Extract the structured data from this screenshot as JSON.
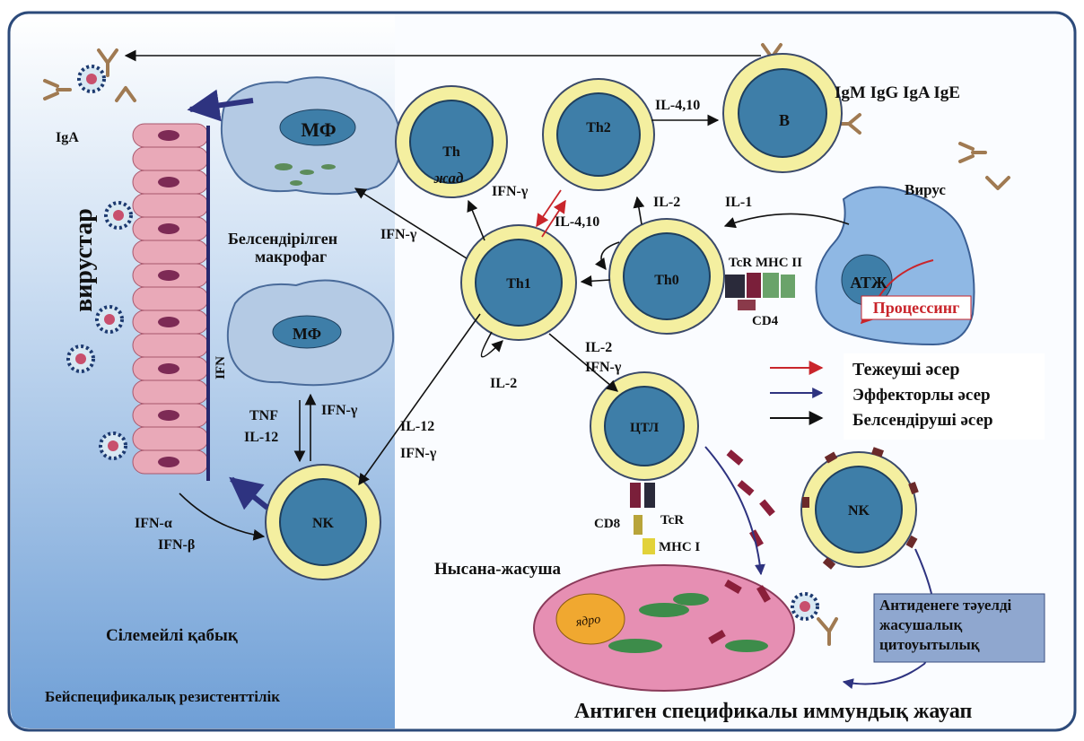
{
  "colors": {
    "frame_border": "#2c4a7a",
    "mucosa_blue": "#8fb8e4",
    "cell_ring": "#f4efa0",
    "cell_nucleus": "#3e7ea8",
    "macrophage": "#b4cae4",
    "epithelium": "#e9a9b8",
    "target_cell": "#e68fb3",
    "inhibitory_arrow": "#c9252b",
    "effector_arrow": "#2e3380",
    "activating_arrow": "#111111"
  },
  "cells": {
    "th_mem": "Th",
    "th_mem_sub": "жад",
    "th2": "Th2",
    "b": "B",
    "th1": "Th1",
    "th0": "Th0",
    "ctl": "ЦТЛ",
    "nk_left": "NK",
    "nk_right": "NK",
    "mf_top": "МФ",
    "mf_bottom": "МФ",
    "atzh": "АТЖ",
    "nucleus": "ядро"
  },
  "labels": {
    "ig_classes": "IgM IgG IgA IgE",
    "iga": "IgA",
    "virus": "Вирус",
    "viruses_vertical": "вирустар",
    "processing": "Процессинг",
    "activated_1": "Белсендірілген",
    "activated_2": "макрофаг",
    "target_cell": "Нысана-жасуша",
    "mucosa": "Сілемейлі қабық",
    "nonspecific": "Бейспецификалық резистенттілік",
    "specific_response": "Антиген спецификалы иммундық жауап",
    "adcc_1": "Антиденеге тәуелді",
    "adcc_2": "жасушалық",
    "adcc_3": "цитоуытылық",
    "tcr_mhc2": "TcR MHC II",
    "cd4": "CD4",
    "cd8": "CD8",
    "tcr": "TcR",
    "mhc1": "MHC I",
    "ifn_vertical": "IFN"
  },
  "cytokines": {
    "il_4_10_top": "IL-4,10",
    "ifn_g_th2": "IFN-γ",
    "il_4_10_mid": "IL-4,10",
    "il_2_top": "IL-2",
    "il_1": "IL-1",
    "ifn_g_mf": "IFN-γ",
    "il_2_loop": "IL-2",
    "il_2_ctl": "IL-2",
    "ifn_g_ctl": "IFN-γ",
    "tnf": "TNF",
    "il_12_left": "IL-12",
    "ifn_g_nkmf": "IFN-γ",
    "il_12_right": "IL-12",
    "ifn_g_right": "IFN-γ",
    "ifn_a": "IFN-α",
    "ifn_b": "IFN-β"
  },
  "legend": {
    "inhibitory": "Тежеуші әсер",
    "effector": "Эффекторлы әсер",
    "activating": "Белсендіруші әсер"
  }
}
